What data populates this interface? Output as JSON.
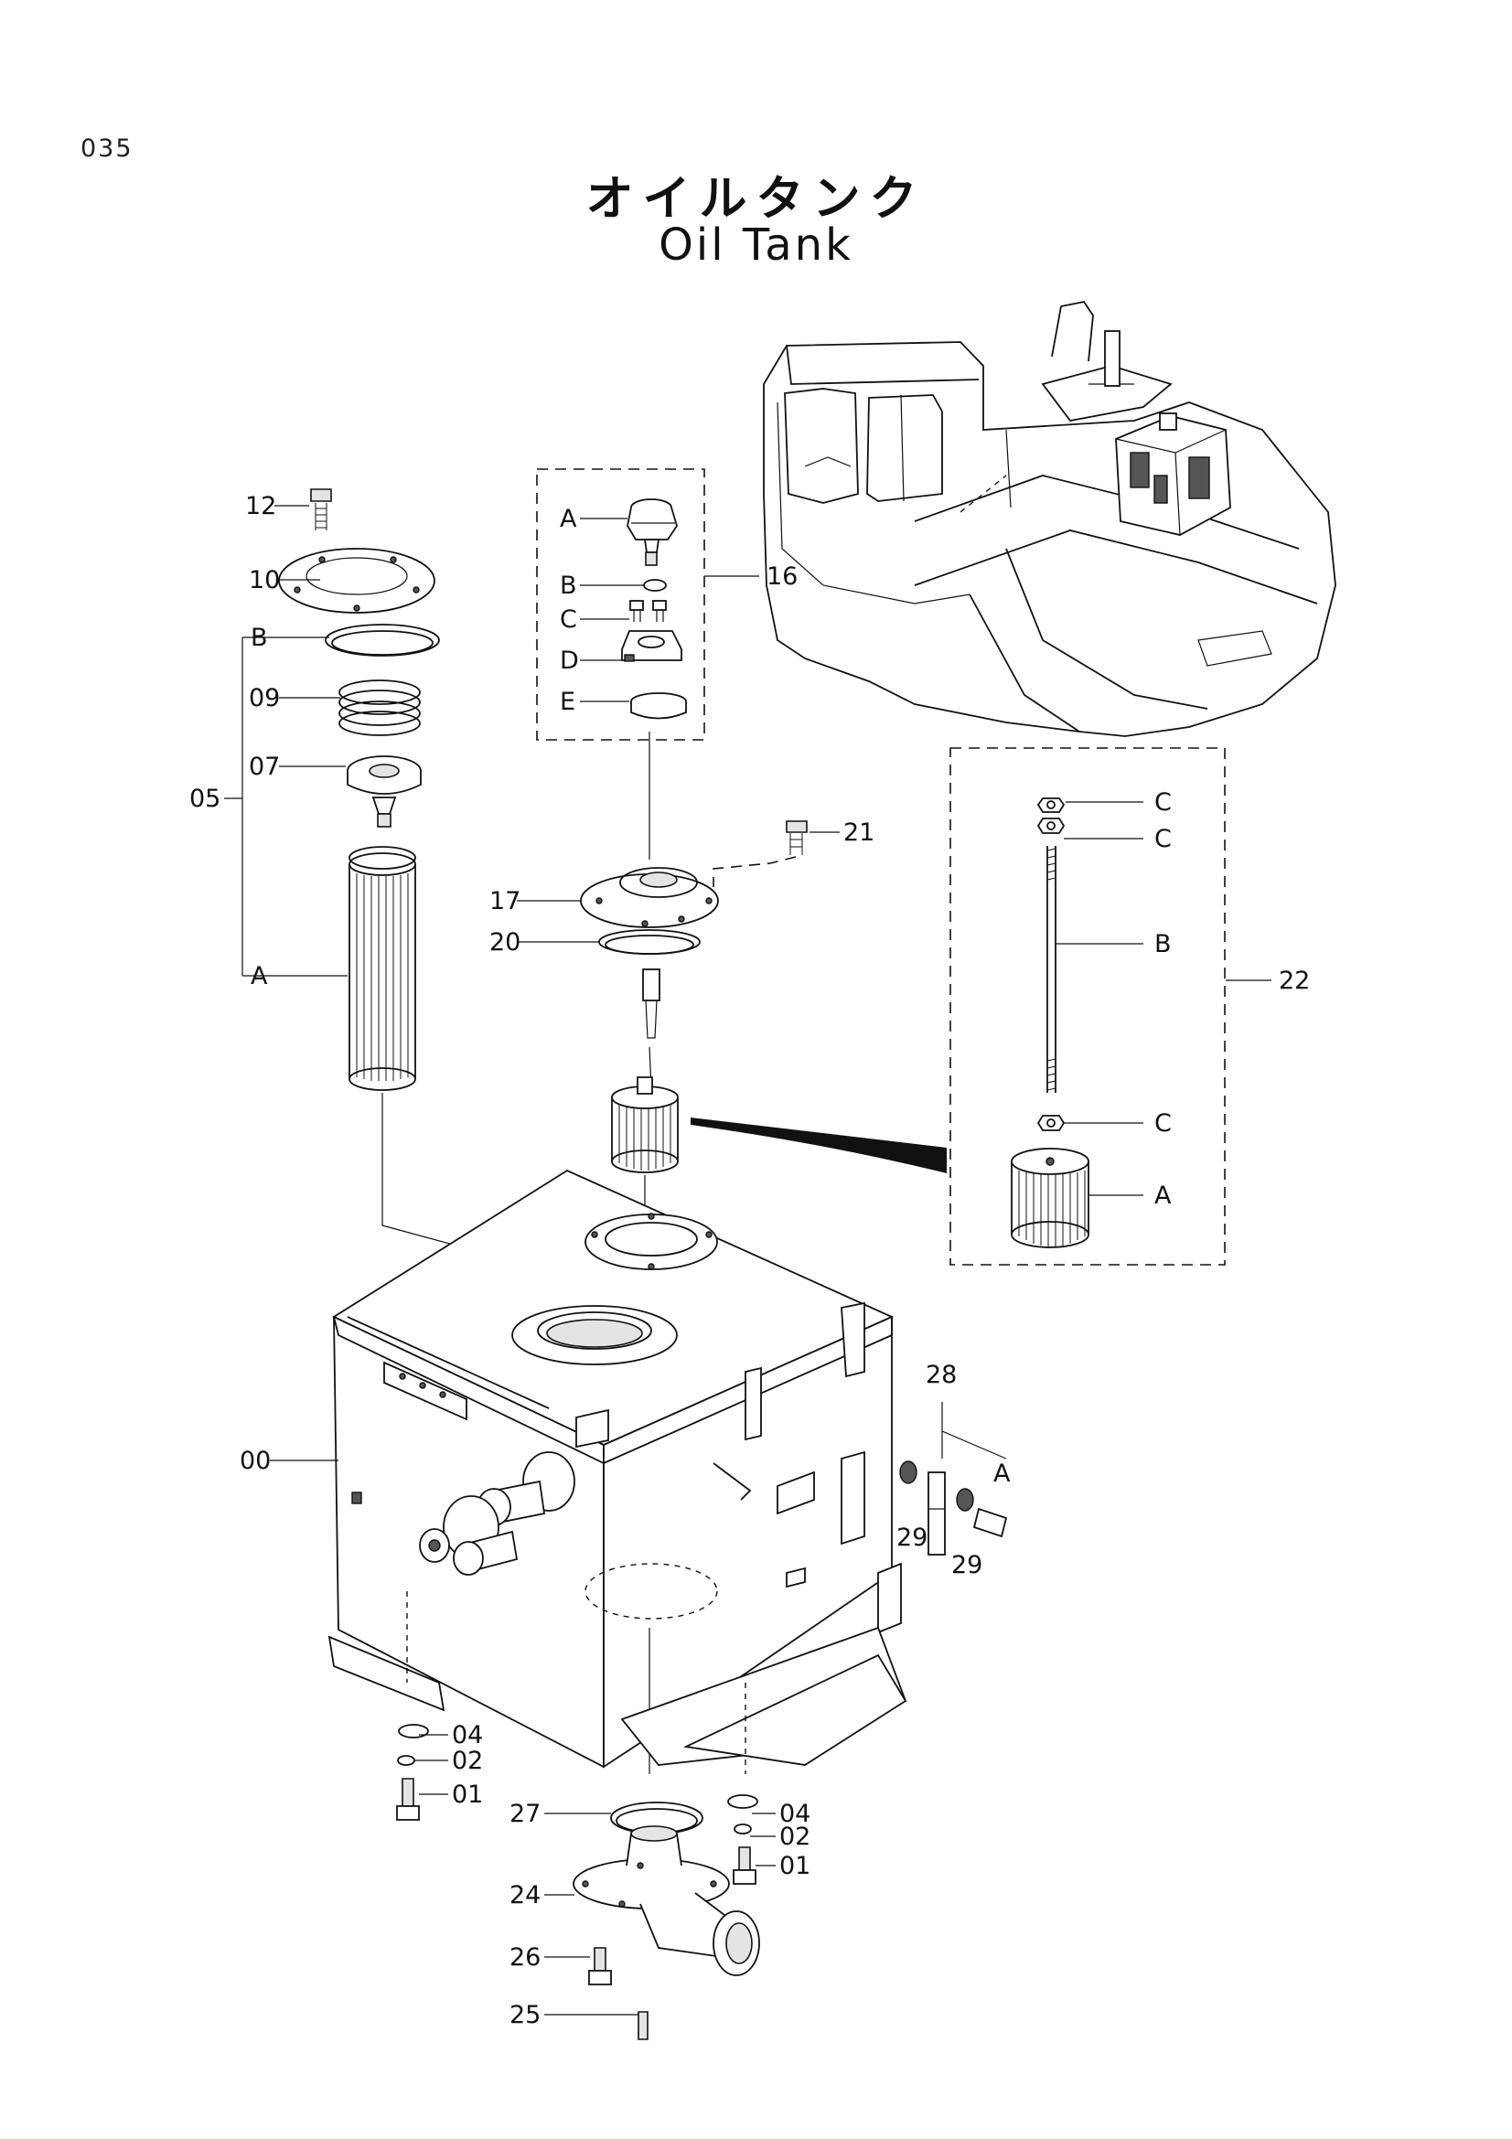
{
  "page_number": "035",
  "title_jp": "オイルタンク",
  "title_en": "Oil Tank",
  "callouts": {
    "c12": "12",
    "c10": "10",
    "c05": "05",
    "c05B": "B",
    "c09": "09",
    "c07": "07",
    "c05A": "A",
    "c16": "16",
    "c16A": "A",
    "c16B": "B",
    "c16C": "C",
    "c16D": "D",
    "c16E": "E",
    "c17": "17",
    "c20": "20",
    "c21": "21",
    "c22": "22",
    "c22C1": "C",
    "c22C2": "C",
    "c22B": "B",
    "c22C3": "C",
    "c22A": "A",
    "c00": "00",
    "c28": "28",
    "c28A": "A",
    "c29a": "29",
    "c29b": "29",
    "c04a": "04",
    "c02a": "02",
    "c01a": "01",
    "c04b": "04",
    "c02b": "02",
    "c01b": "01",
    "c27": "27",
    "c24": "24",
    "c26": "26",
    "c25": "25"
  }
}
